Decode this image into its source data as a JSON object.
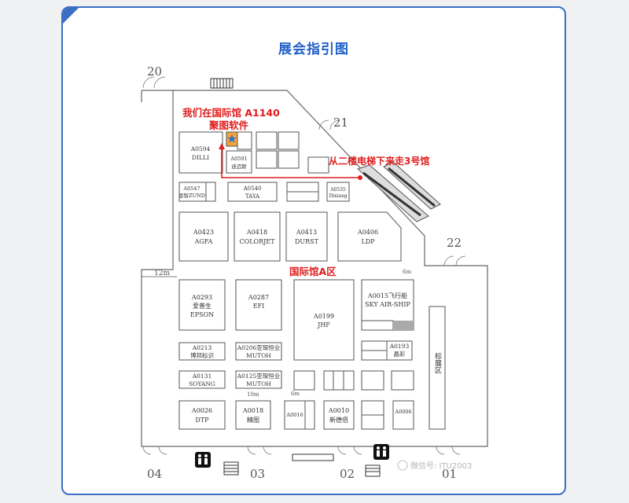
{
  "title": "展会指引图",
  "hall_label": "国际馆A区",
  "we_are_here": "我们在国际馆  A1140",
  "company": "聚图软件",
  "direction_note": "从二楼电梯下来走3号馆",
  "exhibition_area": "标展区",
  "watermark": "微信号: ITU2003",
  "gates": [
    "20",
    "21",
    "22",
    "04",
    "03",
    "02",
    "01"
  ],
  "dimensions": [
    "12m",
    "6m",
    "10m",
    "6m"
  ],
  "booths": {
    "a0594": [
      "A0594",
      "DILLI"
    ],
    "a0591": [
      "A0591",
      "迪迈斯"
    ],
    "a0547": [
      "A0547",
      "恩智ZUND"
    ],
    "a0540": [
      "A0540",
      "TAYA"
    ],
    "a0535": [
      "A0535",
      "Dixiang"
    ],
    "a0423": [
      "A0423",
      "AGFA"
    ],
    "a0418": [
      "A0418",
      "COLORJET"
    ],
    "a0413": [
      "A0413",
      "DURST"
    ],
    "a0406": [
      "A0406",
      "LDP"
    ],
    "a0293": [
      "A0293",
      "爱普生",
      "EPSON"
    ],
    "a0287": [
      "A0287",
      "EFI"
    ],
    "a0199": [
      "A0199",
      "JHF"
    ],
    "a0015": [
      "A0015飞行船",
      "SKY AIR-SHIP"
    ],
    "a0213": [
      "A0213",
      "博邦标识"
    ],
    "a0206": [
      "A0206亚琛恒业",
      "MUTOH"
    ],
    "a0193": [
      "A0193",
      "晶彩"
    ],
    "a0131": [
      "A0131",
      "SOYANG"
    ],
    "a0125": [
      "A0125亚琛恒业",
      "MUTOH"
    ],
    "a0026": [
      "A0026",
      "DTP"
    ],
    "a0018": [
      "A0018",
      "精图"
    ],
    "a0016": [
      "A0016"
    ],
    "a0010": [
      "A0010",
      "新德佰"
    ],
    "a0006": [
      "A0006"
    ]
  },
  "colors": {
    "accent": "#1f5fc8",
    "highlight": "#e11d1d",
    "booth_marker": "#f2a33a",
    "star": "#2b6fd6"
  }
}
